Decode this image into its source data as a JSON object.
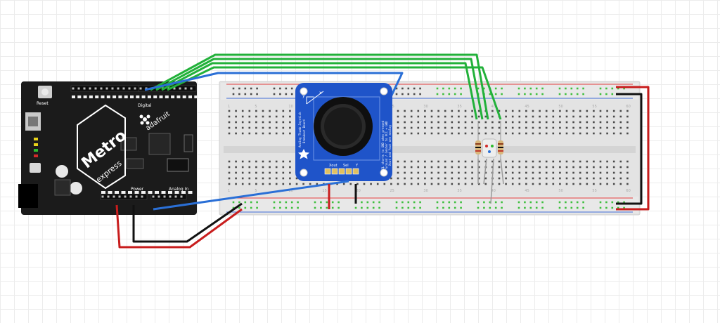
{
  "metro_board": {
    "brand": "adafruit",
    "logo_text": "Metro",
    "sub_text": "express",
    "reset_label": "Reset",
    "header_labels": {
      "digital": "Digital",
      "power": "Power",
      "analog": "Analog In"
    }
  },
  "joystick_board": {
    "title_line1": "Analog Thumb Joystick",
    "title_line2": "Breakout Board",
    "side_line1": "SEL shorts to GND when pressed",
    "side_line2": "Ground / Center to VCC + GND",
    "side_line3": "Xout and Yout are analog",
    "pin_labels": [
      "Xout",
      "Sel",
      "Y"
    ],
    "axis_x": "x",
    "axis_y": "y"
  },
  "breadboard": {
    "column_numbers": [
      "1",
      "5",
      "10",
      "15",
      "20",
      "25",
      "30",
      "35",
      "40",
      "45",
      "50",
      "55",
      "60"
    ]
  },
  "colors": {
    "wire_green": "#22b13a",
    "wire_blue": "#2a6fd6",
    "wire_red": "#c81d1d",
    "wire_black": "#111111",
    "board_black": "#1b1b1b",
    "joystick_blue": "#1f54c9",
    "rail_red": "#e23b3b",
    "rail_blue": "#3f6bd6",
    "hole_green": "#3fbf3f"
  }
}
